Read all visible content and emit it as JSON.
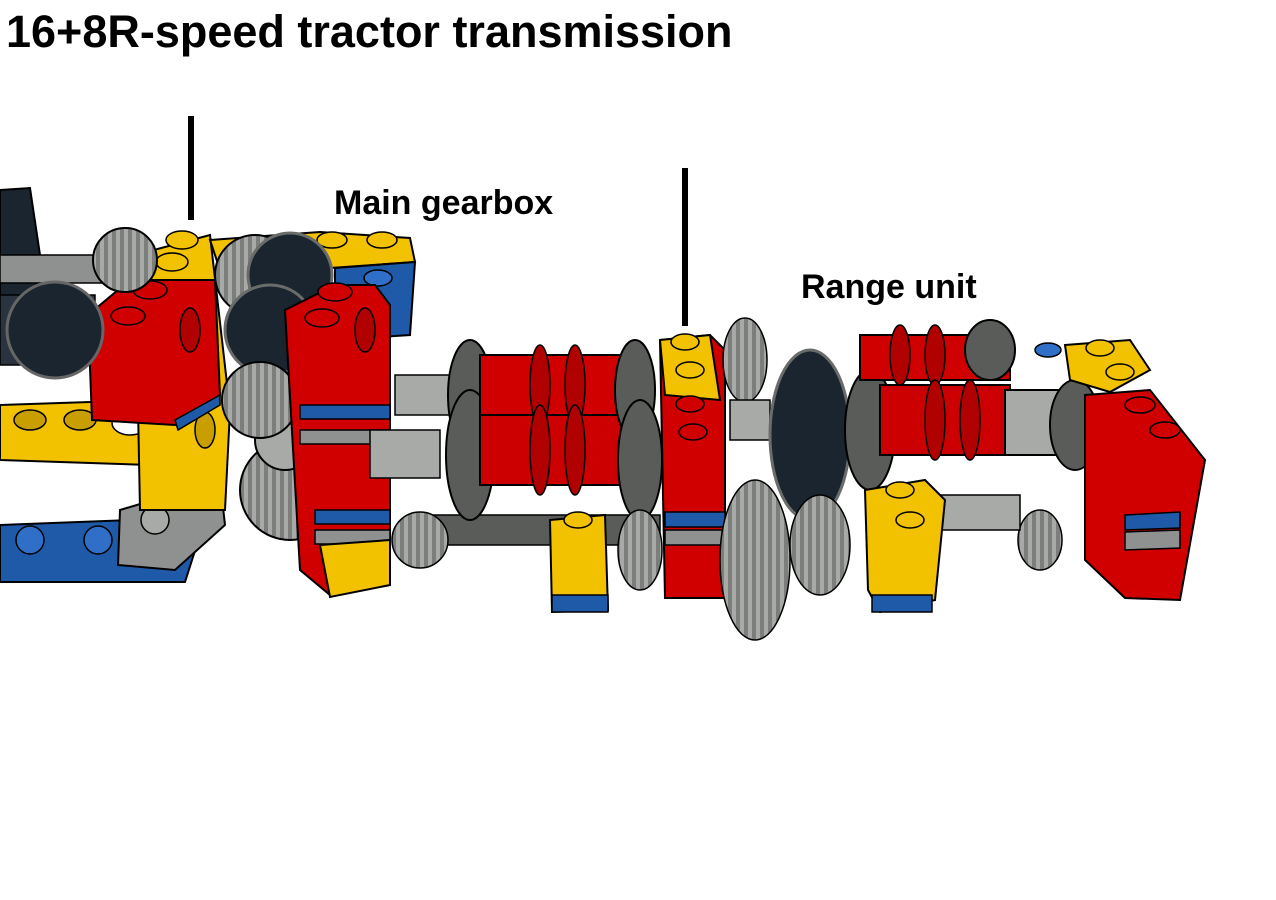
{
  "title": "16+8R-speed tractor transmission",
  "labels": {
    "main_gearbox": "Main gearbox",
    "range_unit": "Range unit"
  },
  "colors": {
    "red": "#d00000",
    "dark_red": "#8a0000",
    "yellow": "#f2c200",
    "dark_yellow": "#b38a00",
    "blue": "#1f5aa8",
    "light_gray": "#a8aaa8",
    "dark_gray": "#5a5c5a",
    "black": "#1a2530"
  }
}
